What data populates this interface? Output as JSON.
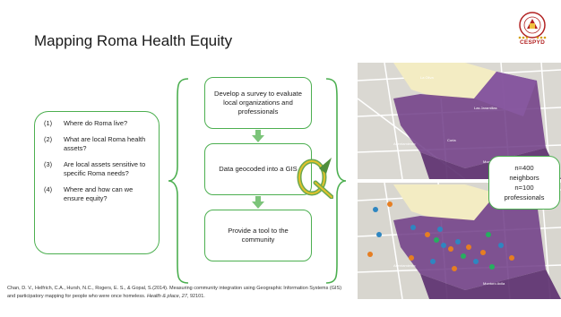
{
  "title": "Mapping Roma Health Equity",
  "logo": {
    "label": "CESPYD"
  },
  "questions": [
    {
      "num": "(1)",
      "text": "Where do Roma live?"
    },
    {
      "num": "(2)",
      "text": "What are local Roma health assets?"
    },
    {
      "num": "(3)",
      "text": "Are local assets sensitive to specific Roma needs?"
    },
    {
      "num": "(4)",
      "text": "Where and how can we ensure equity?"
    }
  ],
  "steps": [
    "Develop a survey to evaluate local organizations and professionals",
    "Data geocoded into a GIS",
    "Provide a tool to the community"
  ],
  "sample": {
    "line1": "n=400",
    "line2": "neighbors",
    "line3": "n=100",
    "line4": "professionals"
  },
  "citation": {
    "authors": "Chan, D. V., Helfrich, C.A., Hursh, N.C., Rogers, E. S., & Gopal, S.(2014). Measuring community integration using Geographic Information Systems (GIS) and participatory mapping for people who were once homeless.",
    "journal": "Health & place, 27,",
    "pages": "92101."
  },
  "colors": {
    "accent_green": "#4caf50",
    "map_purple": "#5b2d6e",
    "map_yellow": "#f3ecc3"
  }
}
